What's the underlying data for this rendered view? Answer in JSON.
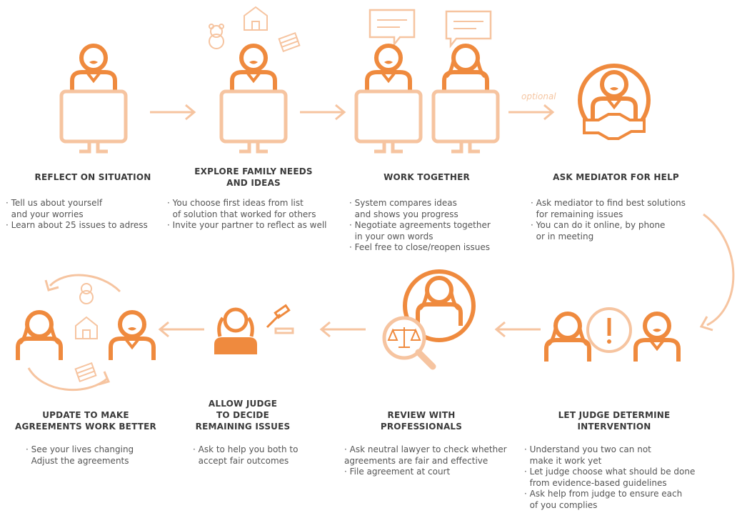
{
  "colors": {
    "orange": "#ef8a3e",
    "light": "#f6c4a0",
    "lightest": "#fadcc6"
  },
  "optional_label": "optional",
  "steps": [
    {
      "id": "reflect",
      "title": [
        "REFLECT ON SITUATION"
      ],
      "bullets": [
        "· Tell us about yourself",
        "  and your worries",
        "· Learn about 25 issues to adress"
      ]
    },
    {
      "id": "explore",
      "title": [
        "EXPLORE FAMILY NEEDS",
        "AND IDEAS"
      ],
      "bullets": [
        "· You choose first ideas from list",
        "  of solution that worked for others",
        "· Invite your partner to reflect as well"
      ]
    },
    {
      "id": "work",
      "title": [
        "WORK TOGETHER"
      ],
      "bullets": [
        "· System compares ideas",
        "  and shows you progress",
        "· Negotiate agreements together",
        "  in your own words",
        "· Feel free to close/reopen issues"
      ]
    },
    {
      "id": "mediator",
      "title": [
        "ASK MEDIATOR FOR HELP"
      ],
      "bullets": [
        "· Ask mediator to find best solutions",
        "  for remaining issues",
        "· You can do it online, by phone",
        "  or in meeting"
      ]
    },
    {
      "id": "update",
      "title": [
        "UPDATE TO MAKE",
        "AGREEMENTS WORK BETTER"
      ],
      "bullets": [
        "· See your lives changing",
        "  Adjust the agreements"
      ]
    },
    {
      "id": "judge-decide",
      "title": [
        "ALLOW JUDGE",
        "TO DECIDE",
        "REMAINING ISSUES"
      ],
      "bullets": [
        "· Ask to help you both to",
        "  accept fair outcomes"
      ]
    },
    {
      "id": "review",
      "title": [
        "REVIEW WITH",
        "PROFESSIONALS"
      ],
      "bullets": [
        "· Ask neutral lawyer to check whether",
        "agreements are fair and effective",
        "· File agreement at court"
      ]
    },
    {
      "id": "judge-determine",
      "title": [
        "LET JUDGE DETERMINE",
        "INTERVENTION"
      ],
      "bullets": [
        "· Understand you two can not",
        "  make it work yet",
        "· Let judge choose what should be done",
        "  from evidence-based guidelines",
        "· Ask help from judge to ensure each",
        "  of you complies"
      ]
    }
  ]
}
